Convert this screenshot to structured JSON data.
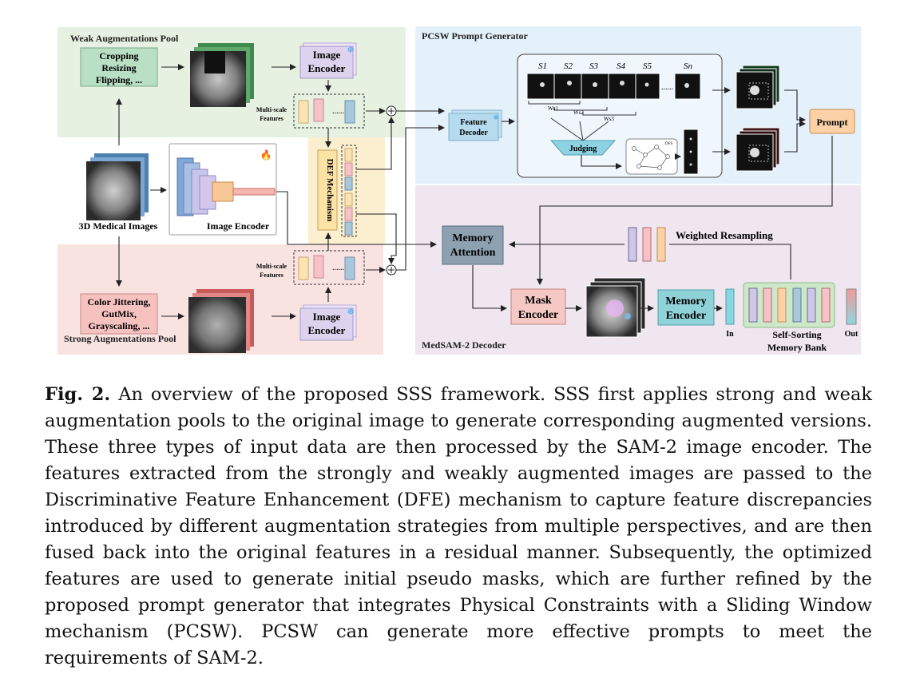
{
  "figure": {
    "weak_pool": {
      "title": "Weak Augmentations Pool",
      "ops": [
        "Cropping",
        "Resizing",
        "Flipping, ..."
      ]
    },
    "strong_pool": {
      "title": "Strong Augmentations Pool",
      "ops": [
        "Color Jittering,",
        "GutMix,",
        "Grayscaling, ..."
      ]
    },
    "image_encoder_label": [
      "Image",
      "Encoder"
    ],
    "multi_scale_label": [
      "Multi-scale",
      "Features"
    ],
    "medical_images_label": "3D Medical Images",
    "center_encoder_label": "Image Encoder",
    "def_label": "DEF Mechanism",
    "pcsw": {
      "title": "PCSW Prompt Generator",
      "feature_decoder": [
        "Feature",
        "Decoder"
      ],
      "slices": [
        "S1",
        "S2",
        "S3",
        "S4",
        "S5",
        "Sn"
      ],
      "windows": [
        "Ws1",
        "Ws2",
        "Ws3"
      ],
      "judging": "Judging",
      "dfs": "DFS",
      "prompt": "Prompt",
      "ellipsis": "......"
    },
    "decoder": {
      "title": "MedSAM-2 Decoder",
      "memory_attention": [
        "Memory",
        "Attention"
      ],
      "mask_encoder": [
        "Mask",
        "Encoder"
      ],
      "memory_encoder": [
        "Memory",
        "Encoder"
      ],
      "weighted_resampling": "Weighted Resampling",
      "memory_bank": [
        "Self-Sorting",
        "Memory Bank"
      ],
      "in_label": "In",
      "out_label": "Out"
    }
  },
  "caption": {
    "label": "Fig. 2.",
    "text": "An overview of the proposed SSS framework. SSS first applies strong and weak augmentation pools to the original image to generate corresponding augmented versions. These three types of input data are then processed by the SAM-2 image encoder. The features extracted from the strongly and weakly augmented images are passed to the Discriminative Feature Enhancement (DFE) mechanism to capture feature discrepancies introduced by different augmentation strategies from multiple perspectives, and are then fused back into the original features in a residual manner. Subsequently, the optimized features are used to generate initial pseudo masks, which are further refined by the proposed prompt generator that integrates Physical Constraints with a Sliding Window mechanism (PCSW). PCSW can generate more effective prompts to meet the requirements of SAM-2."
  },
  "colors": {
    "weak_bg": "#e6f1e1",
    "strong_bg": "#f9e3e1",
    "pcsw_bg": "#e4f0fa",
    "decoder_bg": "#efe6f0",
    "def_bg": "#fbefd0",
    "encoder_fill": "#ddd3ee",
    "mask_encoder_fill": "#f6c8c4",
    "memory_encoder_fill": "#8fd3d9",
    "memory_attention_fill": "#8ea1b1",
    "prompt_fill": "#fbd2a7",
    "judging_fill": "#8fd2e1",
    "feature_decoder_fill": "#c4e2f1"
  }
}
